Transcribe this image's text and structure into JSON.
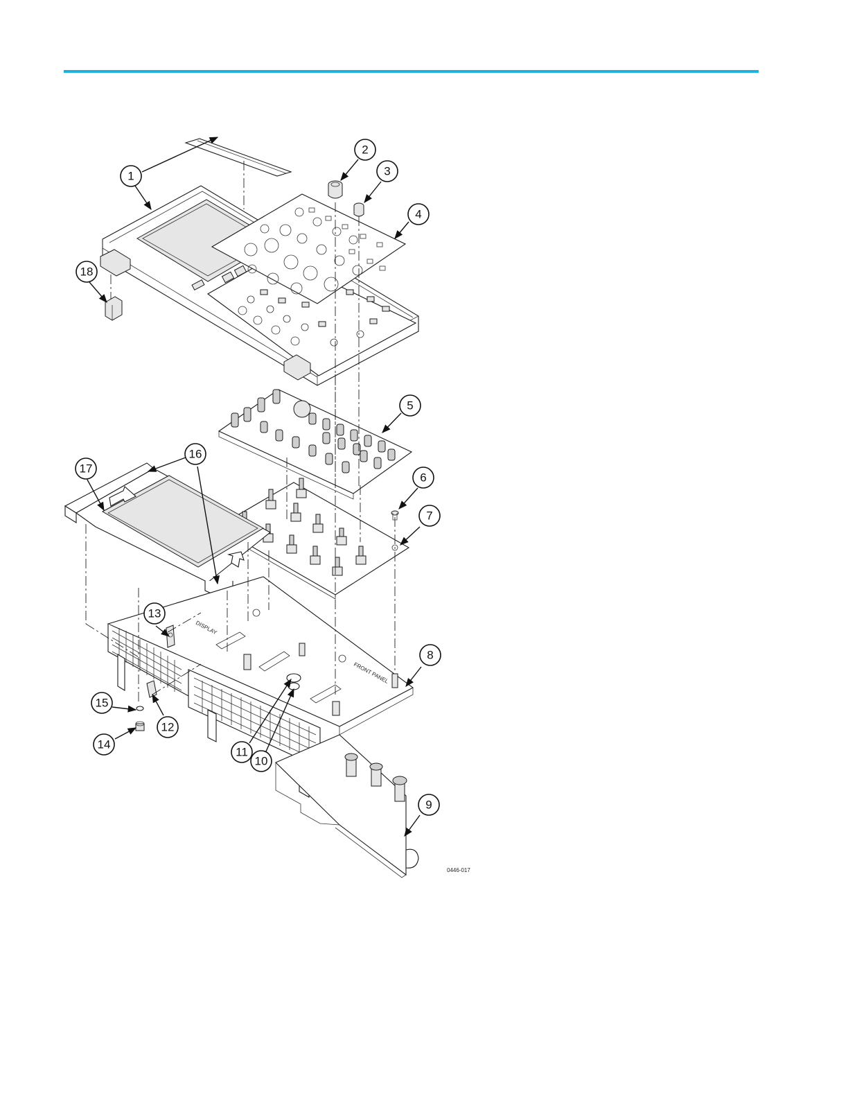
{
  "header": {
    "rule_color": "#1fb1dc"
  },
  "figure": {
    "figure_id": "0446-017",
    "callouts": [
      "1",
      "2",
      "3",
      "4",
      "5",
      "6",
      "7",
      "8",
      "9",
      "10",
      "11",
      "12",
      "13",
      "14",
      "15",
      "16",
      "17",
      "18"
    ]
  }
}
